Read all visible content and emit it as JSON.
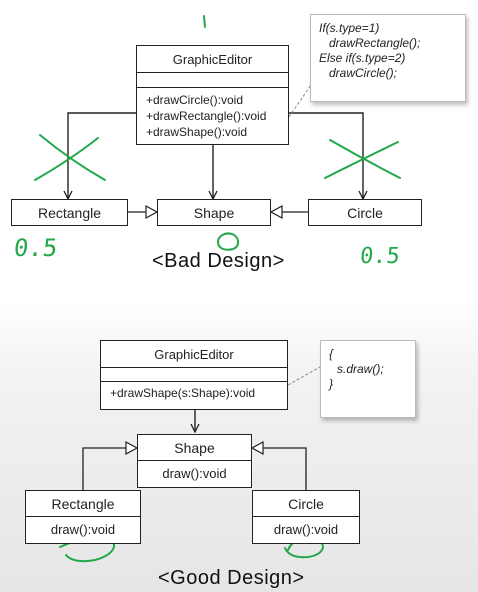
{
  "bad_design": {
    "caption": "<Bad Design>",
    "graphic_editor": {
      "title": "GraphicEditor",
      "methods": [
        "+drawCircle():void",
        "+drawRectangle():void",
        "+drawShape():void"
      ]
    },
    "rectangle": "Rectangle",
    "shape": "Shape",
    "circle": "Circle",
    "note": [
      "If(s.type=1)",
      "drawRectangle();",
      "Else if(s.type=2)",
      "drawCircle();"
    ],
    "annotations": {
      "left_score": "0.5",
      "right_score": "0.5"
    }
  },
  "good_design": {
    "caption": "<Good Design>",
    "graphic_editor": {
      "title": "GraphicEditor",
      "method": "+drawShape(s:Shape):void"
    },
    "shape": {
      "title": "Shape",
      "method": "draw():void"
    },
    "rectangle": {
      "title": "Rectangle",
      "method": "draw():void"
    },
    "circle": {
      "title": "Circle",
      "method": "draw():void"
    },
    "note": [
      "{",
      "s.draw();",
      "}"
    ]
  },
  "colors": {
    "ink": "#222222",
    "annotation": "#22a84a"
  }
}
